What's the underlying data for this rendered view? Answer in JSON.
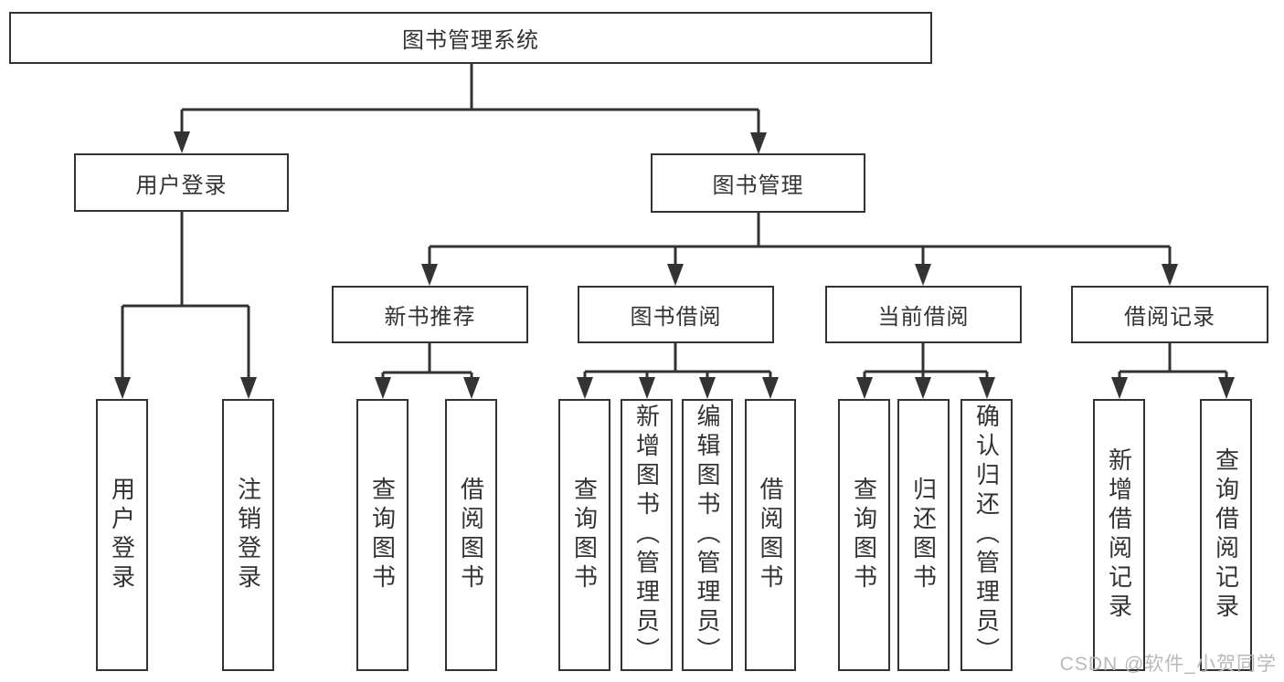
{
  "tree": {
    "root": {
      "label": "图书管理系统",
      "children": [
        {
          "label": "用户登录",
          "children": [
            {
              "label": "用户登录"
            },
            {
              "label": "注销登录"
            }
          ]
        },
        {
          "label": "图书管理",
          "children": [
            {
              "label": "新书推荐",
              "children": [
                {
                  "label": "查询图书"
                },
                {
                  "label": "借阅图书"
                }
              ]
            },
            {
              "label": "图书借阅",
              "children": [
                {
                  "label": "查询图书"
                },
                {
                  "label": "新增图书（管理员）"
                },
                {
                  "label": "编辑图书（管理员）"
                },
                {
                  "label": "借阅图书"
                }
              ]
            },
            {
              "label": "当前借阅",
              "children": [
                {
                  "label": "查询图书"
                },
                {
                  "label": "归还图书"
                },
                {
                  "label": "确认归还（管理员）"
                }
              ]
            },
            {
              "label": "借阅记录",
              "children": [
                {
                  "label": "新增借阅记录"
                },
                {
                  "label": "查询借阅记录"
                }
              ]
            }
          ]
        }
      ]
    }
  },
  "watermark": {
    "text": "CSDN @软件_小贺同学"
  },
  "colors": {
    "line": "#333333",
    "text": "#333333",
    "watermark_text": "#b9b9b9",
    "background": "#ffffff"
  }
}
